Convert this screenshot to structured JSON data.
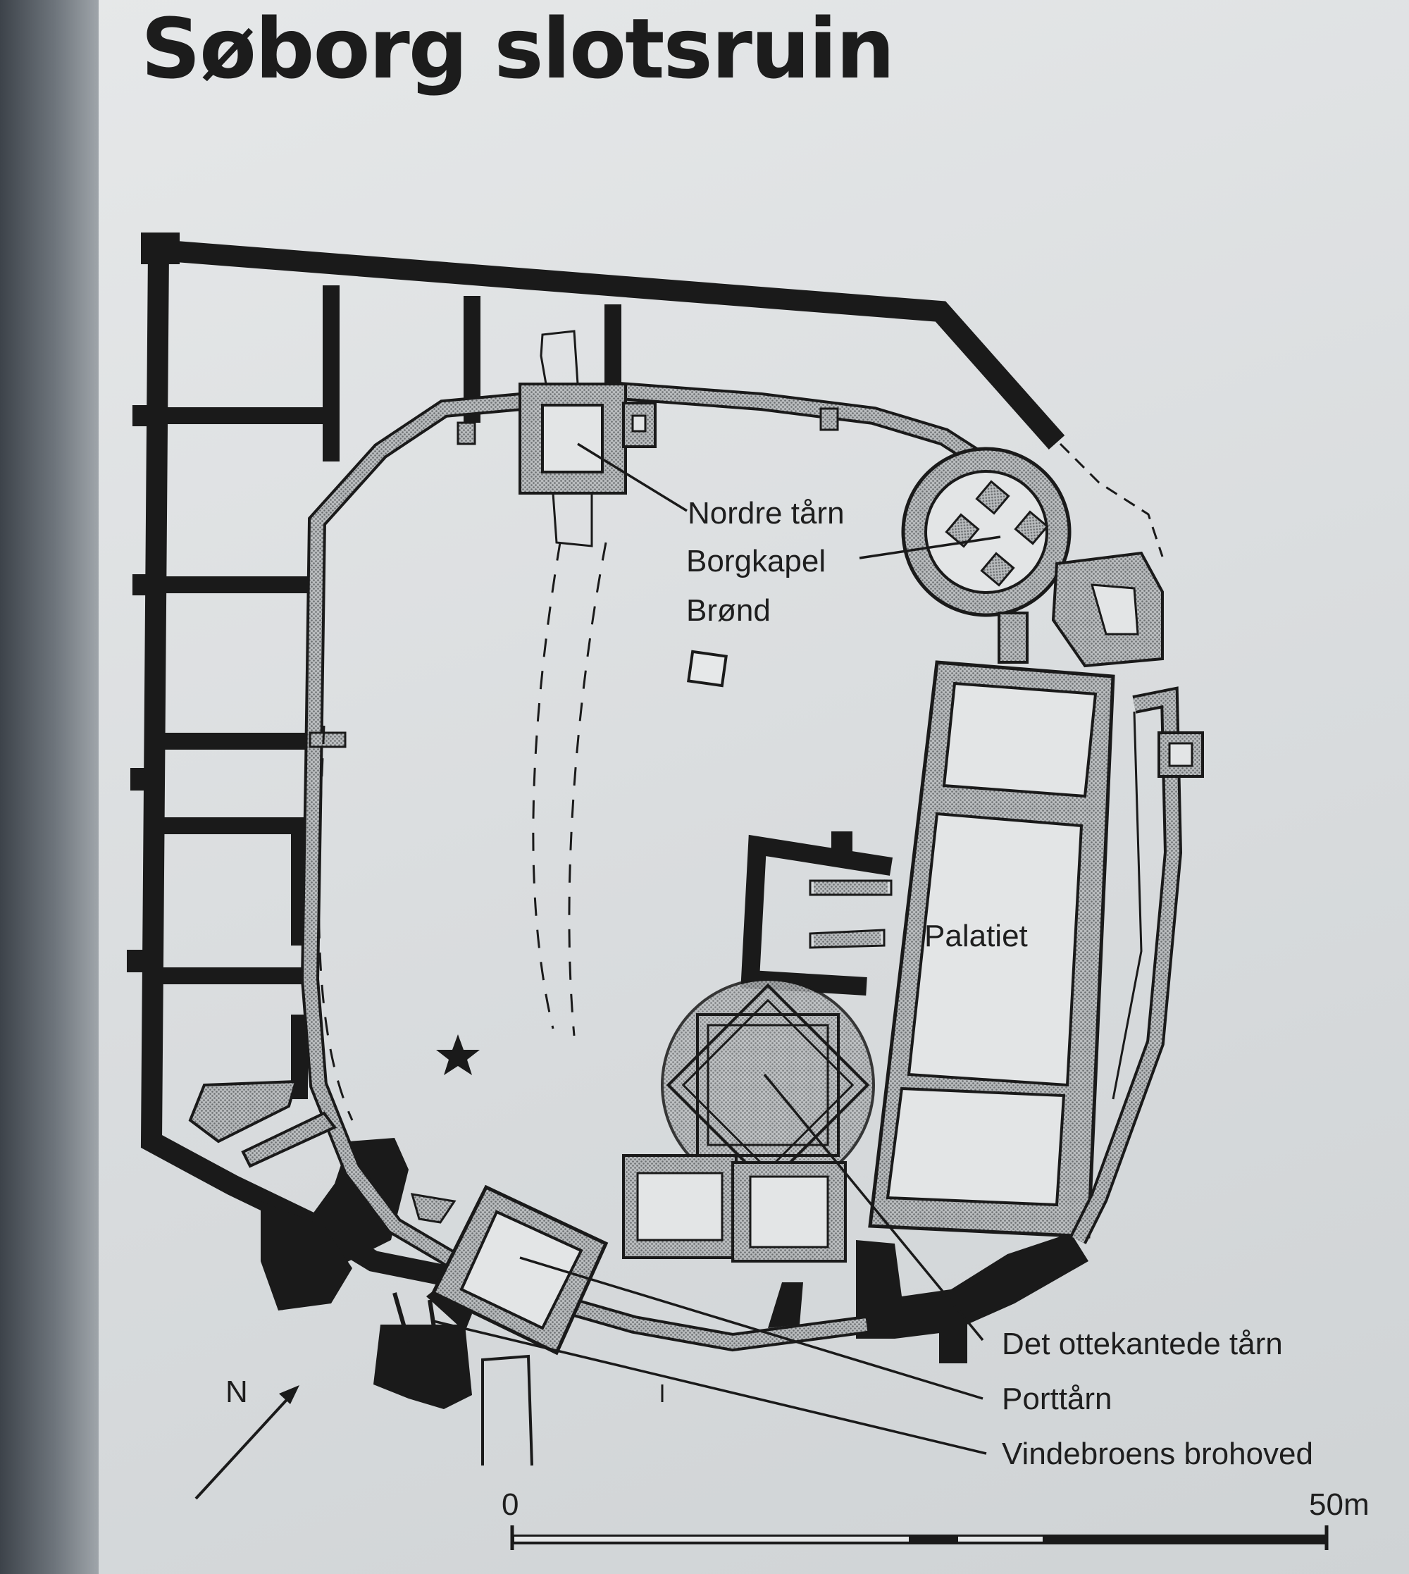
{
  "title": "Søborg slotsruin",
  "labels": {
    "nordre_taarn": "Nordre tårn",
    "borgkapel": "Borgkapel",
    "broend": "Brønd",
    "palatiet": "Palatiet",
    "ottekantede": "Det ottekantede tårn",
    "porttaarn": "Porttårn",
    "vindebro": "Vindebroens brohoved"
  },
  "north_label": "N",
  "scale": {
    "start": "0",
    "end": "50m"
  },
  "colors": {
    "wall_dark": "#1a1a1a",
    "wall_hatched": "#a9acae",
    "ink": "#1e1e1e"
  }
}
